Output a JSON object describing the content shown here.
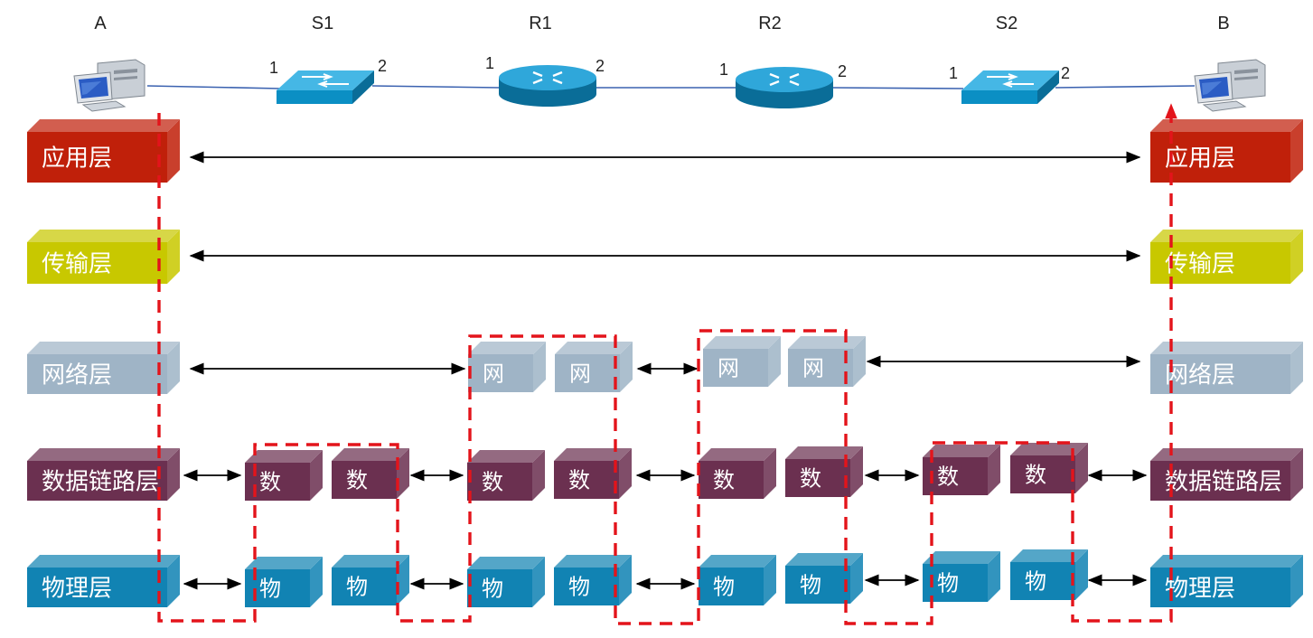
{
  "nodes": [
    {
      "name": "A"
    },
    {
      "name": "S1",
      "port1": "1",
      "port2": "2"
    },
    {
      "name": "R1",
      "port1": "1",
      "port2": "2"
    },
    {
      "name": "R2",
      "port1": "1",
      "port2": "2"
    },
    {
      "name": "S2",
      "port1": "1",
      "port2": "2"
    },
    {
      "name": "B"
    }
  ],
  "layers": {
    "application": "应用层",
    "transport": "传输层",
    "network": "网络层",
    "datalink": "数据链路层",
    "physical": "物理层"
  },
  "short_labels": {
    "network": "网",
    "datalink": "数",
    "physical": "物"
  },
  "colors": {
    "application": "#c0200a",
    "transport": "#c8c800",
    "network": "#9fb4c6",
    "datalink": "#6b3050",
    "physical": "#1183b3",
    "path": "#e3141b",
    "link": "#3b62b0"
  }
}
